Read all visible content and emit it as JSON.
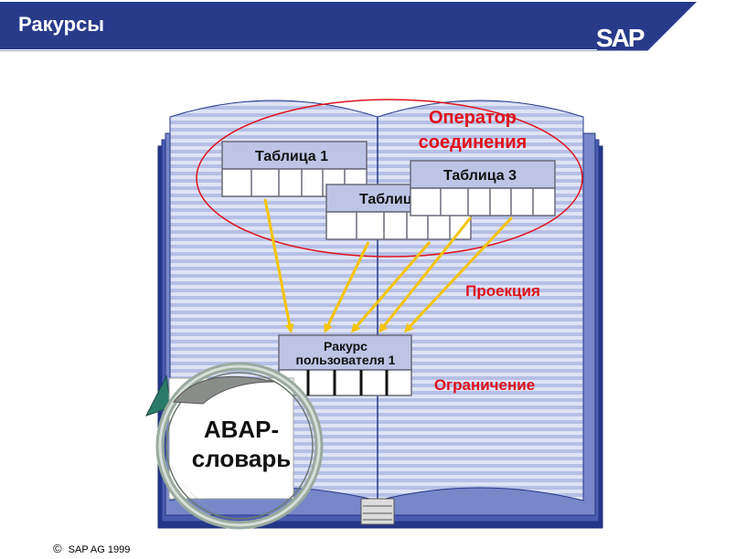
{
  "header": {
    "title": "Ракурсы",
    "logo": "SAP"
  },
  "diagram": {
    "join_operator_label_1": "Оператор",
    "join_operator_label_2": "соединения",
    "table1": "Таблица 1",
    "table2": "Таблица 2",
    "table3": "Таблица 3",
    "projection_label": "Проекция",
    "view_label_1": "Ракурс",
    "view_label_2": "пользователя 1",
    "selection_label": "Ограничение",
    "dictionary_label_1": "ABAP-",
    "dictionary_label_2": "словарь"
  },
  "footer": {
    "copyright_symbol": "©",
    "copyright": "SAP AG 1999"
  },
  "colors": {
    "header_blue": "#273b8a",
    "accent_red": "#e0101a",
    "arrow_yellow": "#f5c400",
    "book_blue": "#9aa8dc",
    "page_stripe": "#c9d0ee",
    "table_header": "#bdc4e6"
  }
}
